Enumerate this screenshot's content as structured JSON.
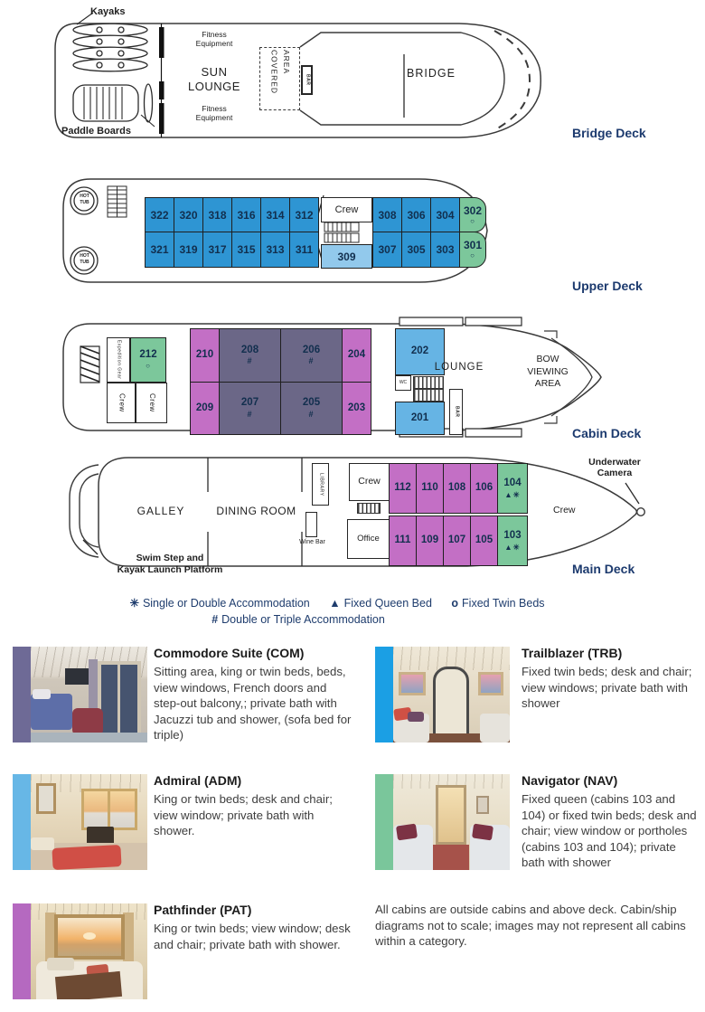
{
  "deck_labels": {
    "bridge": "Bridge Deck",
    "upper": "Upper Deck",
    "cabin": "Cabin Deck",
    "main": "Main Deck"
  },
  "symbols": {
    "twin": "○",
    "hash": "#",
    "queen_single": "▲✳"
  },
  "bridge_deck": {
    "kayaks": "Kayaks",
    "paddle_boards": "Paddle Boards",
    "fitness_top": "Fitness\nEquipment",
    "fitness_bottom": "Fitness\nEquipment",
    "sun_lounge": "SUN\nLOUNGE",
    "covered_area": "COVERED AREA",
    "bar": "BAR",
    "bridge": "BRIDGE"
  },
  "upper_deck": {
    "hot_tub": "HOT\nTUB",
    "crew": "Crew",
    "row_top_left": [
      "322",
      "320",
      "318",
      "316",
      "314",
      "312"
    ],
    "row_bottom_left": [
      "321",
      "319",
      "317",
      "315",
      "313",
      "311"
    ],
    "row_top_right": [
      "308",
      "306",
      "304"
    ],
    "row_bottom_right": [
      "307",
      "305",
      "303"
    ],
    "cabin_309": "309",
    "cabin_302": "302",
    "cabin_301": "301"
  },
  "cabin_deck": {
    "expedition_gear": "Expedition Gear",
    "crew": "Crew",
    "cabin_212": "212",
    "row_top": [
      "210",
      "208",
      "206",
      "204"
    ],
    "row_bottom": [
      "209",
      "207",
      "205",
      "203"
    ],
    "cabin_202": "202",
    "cabin_201": "201",
    "wc": "WC",
    "bar": "BAR",
    "lounge": "LOUNGE",
    "bow_viewing_area": "BOW\nVIEWING\nAREA"
  },
  "main_deck": {
    "galley": "GALLEY",
    "dining_room": "DINING ROOM",
    "library": "LIBRARY",
    "wine_bar": "Wine Bar",
    "crew_mid": "Crew",
    "office": "Office",
    "crew_bow": "Crew",
    "row_top": [
      "112",
      "110",
      "108",
      "106"
    ],
    "row_bottom": [
      "111",
      "109",
      "107",
      "105"
    ],
    "cabin_104": "104",
    "cabin_103": "103",
    "underwater_camera": "Underwater\nCamera",
    "swim_step": "Swim Step and\nKayak Launch Platform"
  },
  "legend": {
    "single_double": {
      "sym": "✳",
      "label": "Single or Double Accommodation"
    },
    "fixed_queen": {
      "sym": "▲",
      "label": "Fixed Queen Bed"
    },
    "fixed_twin": {
      "sym": "o",
      "label": "Fixed Twin Beds"
    },
    "double_triple": {
      "sym": "#",
      "label": "Double or Triple Accommodation"
    }
  },
  "categories": [
    {
      "code": "COM",
      "name": "Commodore Suite (COM)",
      "description": "Sitting area, king or twin beds, beds, view windows, French doors and step-out balcony,; private bath with Jacuzzi tub and shower, (sofa bed for triple)",
      "bar_color": "#6e6a96"
    },
    {
      "code": "TRB",
      "name": "Trailblazer (TRB)",
      "description": "Fixed twin beds; desk and chair; view windows; private bath with shower",
      "bar_color": "#1b9fe4"
    },
    {
      "code": "ADM",
      "name": "Admiral (ADM)",
      "description": "King or twin beds; desk and chair; view window; private bath with shower.",
      "bar_color": "#67b7e6"
    },
    {
      "code": "NAV",
      "name": "Navigator (NAV)",
      "description": "Fixed queen (cabins 103 and 104) or fixed twin beds; desk and chair; view window or portholes (cabins 103 and 104); private bath with shower",
      "bar_color": "#7ac69b"
    },
    {
      "code": "PAT",
      "name": "Pathfinder (PAT)",
      "description": "King or twin beds; view window; desk and chair; private bath with shower.",
      "bar_color": "#b569c0"
    }
  ],
  "footer_note": "All cabins are outside cabins and above deck. Cabin/ship diagrams not to scale; images may not represent all cabins within a category.",
  "colors": {
    "trailblazer_cabin": "#2e95d3",
    "admiral_cabin": "#66b4e4",
    "admiral_cabin_light": "#92c9ec",
    "navigator_cabin": "#7cc79b",
    "pathfinder_cabin": "#c36fc5",
    "commodore_cabin": "#6b6787",
    "deck_label_text": "#1c3a6e"
  }
}
